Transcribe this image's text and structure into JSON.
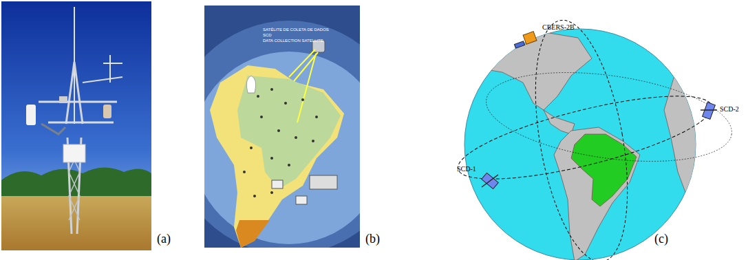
{
  "diagram": {
    "labels": [
      "(a)",
      "(b)",
      "(c)",
      "CBERS-2B",
      "SCD-2",
      "SCD-1",
      "SATÉLITE DE COLETA DE DADOS",
      "SCD",
      "DATA COLLECTION SATELLITE"
    ]
  }
}
